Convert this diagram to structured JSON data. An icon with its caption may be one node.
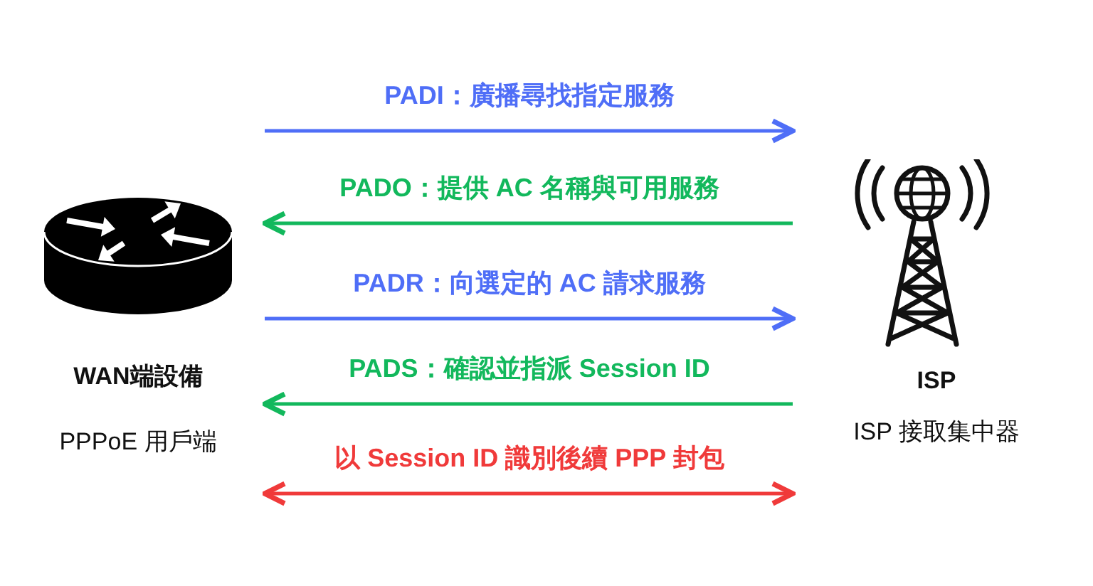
{
  "diagram": {
    "nodes": [
      {
        "text": [
          "WAN端設備",
          "PPPoE 用戶端"
        ]
      },
      {
        "text": [
          "ISP",
          "ISP 接取集中器"
        ]
      }
    ],
    "edges": [
      {
        "from": 0,
        "to": 1,
        "arrow": "to",
        "label": "PADI：廣播尋找指定服務",
        "color": "#4f6ef7"
      },
      {
        "from": 1,
        "to": 0,
        "arrow": "to",
        "label": "PADO：提供 AC 名稱與可用服務",
        "color": "#12b85c"
      },
      {
        "from": 0,
        "to": 1,
        "arrow": "to",
        "label": "PADR：向選定的 AC 請求服務",
        "color": "#4f6ef7"
      },
      {
        "from": 1,
        "to": 0,
        "arrow": "to",
        "label": "PADS：確認並指派 Session ID",
        "color": "#12b85c"
      },
      {
        "from": 0,
        "to": 1,
        "arrow": "both",
        "label": "以 Session ID 識別後續 PPP 封包",
        "color": "#f03a3a"
      }
    ]
  }
}
